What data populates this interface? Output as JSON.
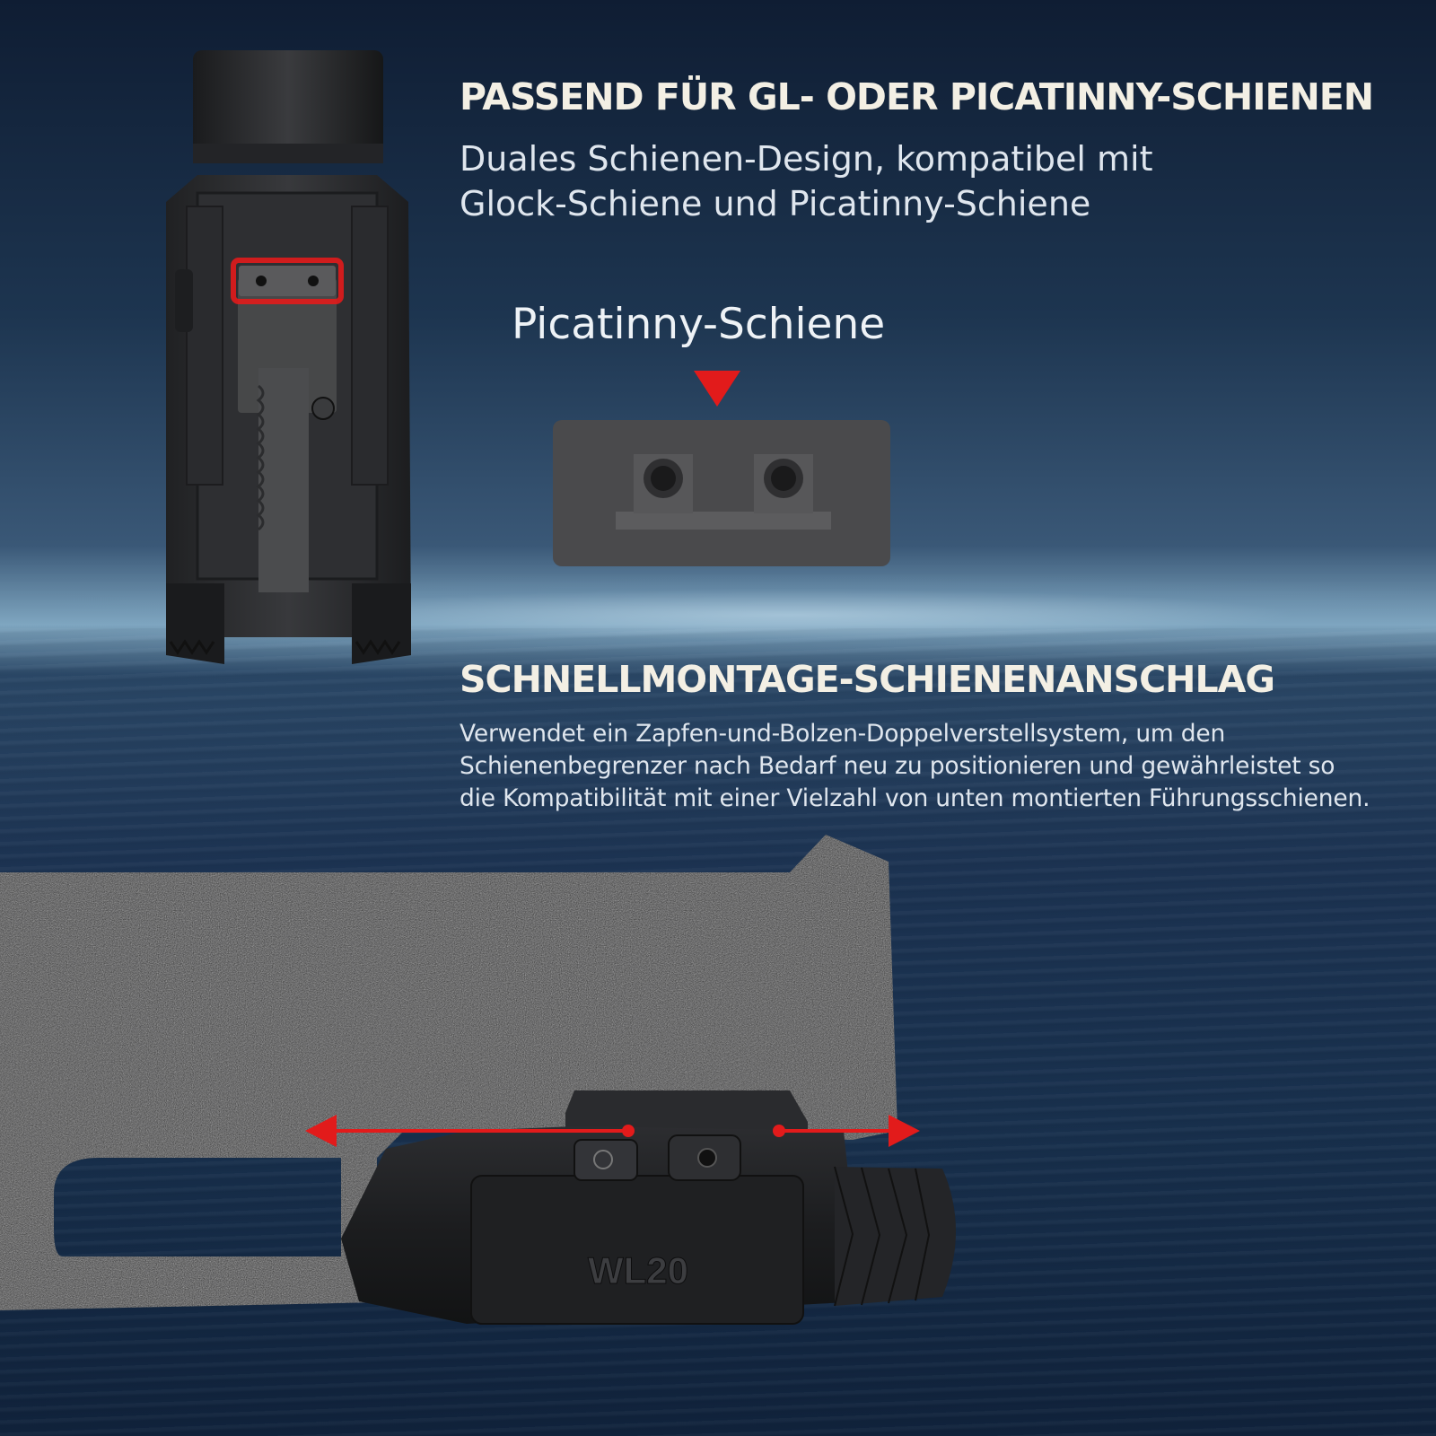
{
  "headline_1": "PASSEND FÜR GL- ODER PICATINNY-SCHIENEN",
  "description_1_line_1": "Duales Schienen-Design, kompatibel mit",
  "description_1_line_2": "Glock-Schiene und Picatinny-Schiene",
  "rail_label": "Picatinny-Schiene",
  "headline_2": "SCHNELLMONTAGE-SCHIENENANSCHLAG",
  "description_2_line_1": "Verwendet ein Zapfen-und-Bolzen-Doppelverstellsystem, um den",
  "description_2_line_2": "Schienenbegrenzer nach Bedarf neu zu positionieren und gewährleistet so",
  "description_2_line_3": "die Kompatibilität mit einer Vielzahl von unten montierten Führungsschienen.",
  "product_model": "WL20",
  "colors": {
    "heading": "#f3efe4",
    "body_text": "#dfe6ee",
    "accent_red": "#e21b1b",
    "rail_panel": "#4a4a4c"
  }
}
